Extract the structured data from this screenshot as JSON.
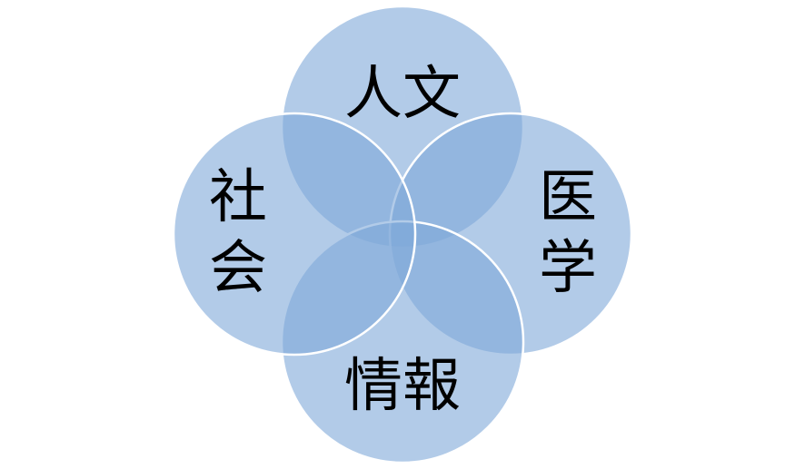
{
  "diagram": {
    "type": "venn",
    "circle_color": "#7ea8d8",
    "border_color": "#ffffff",
    "sets": [
      {
        "id": "top",
        "label": "人文"
      },
      {
        "id": "right",
        "label": "医学"
      },
      {
        "id": "bottom",
        "label": "情報"
      },
      {
        "id": "left",
        "label": "社会"
      }
    ]
  }
}
